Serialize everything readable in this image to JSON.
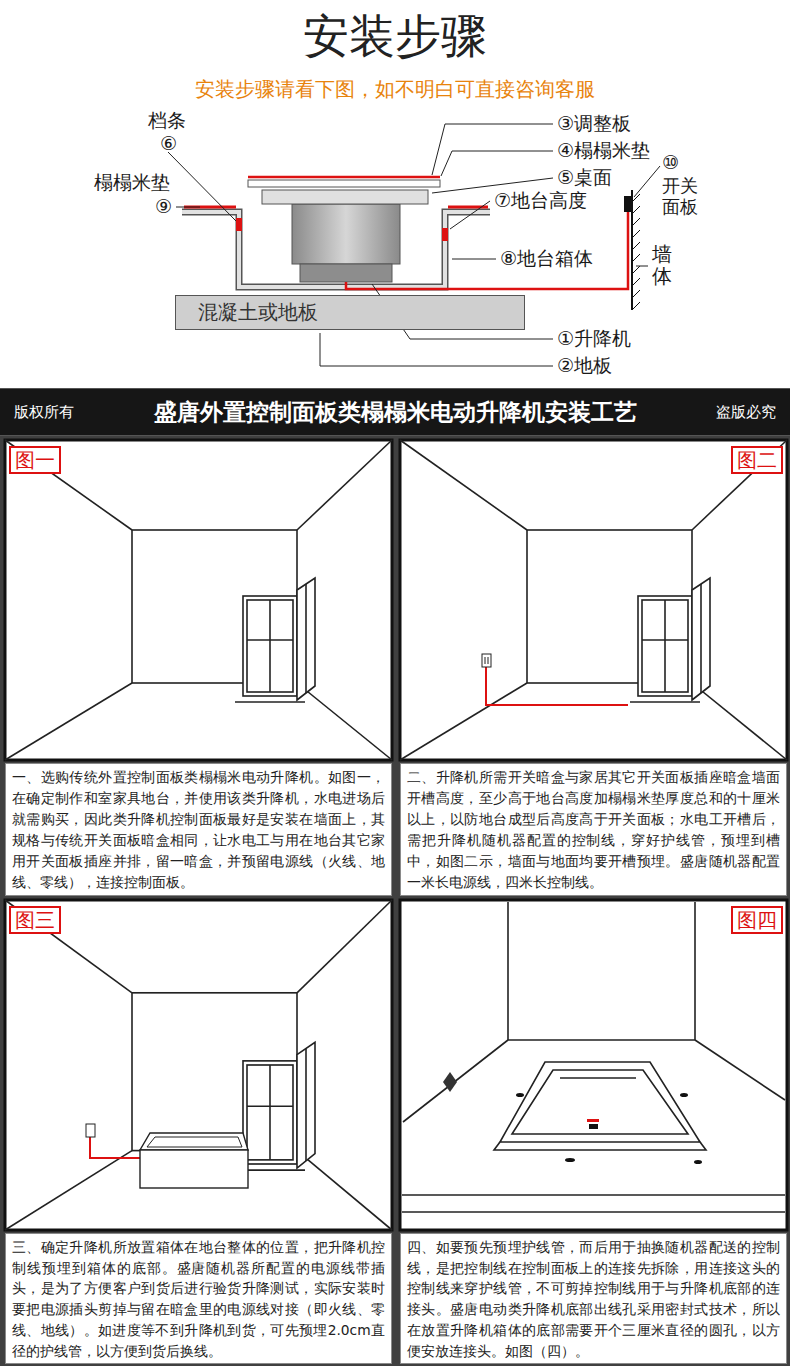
{
  "diagram": {
    "title": "安装步骤",
    "nodes": [
      {
        "text": [
          "混凝土或地板"
        ]
      },
      {
        "text": [
          "版权所有",
          "盛唐外置控制面板类榻榻米电动升降机安装工艺",
          "盗版必究"
        ]
      },
      {
        "text": [
          "图一"
        ]
      },
      {
        "text": [
          "图二"
        ]
      },
      {
        "text": [
          "一、选购传统外置控制面板类榻榻米电动升降机。如图一，在确定制作和室家具地台，并使用该类升降机，水电进场后就需购买，因此类升降机控制面板最好是安装在墙面上，其规格与传统开关面板暗盒相同，让水电工与用在地台其它家用开关面板插座并排，留一暗盒，并预留电源线（火线、地线、零线），连接控制面板。"
        ]
      },
      {
        "text": [
          "二、升降机所需开关暗盒与家居其它开关面板插座暗盒墙面开槽高度，至少高于地台高度加榻榻米垫厚度总和的十厘米以上，以防地台成型后高度高于开关面板；水电工开槽后，需把升降机随机器配置的控制线，穿好护线管，预埋到槽中，如图二示，墙面与地面均要开槽预埋。盛唐随机器配置一米长电源线，四米长控制线。"
        ]
      },
      {
        "text": [
          "图三"
        ]
      },
      {
        "text": [
          "图四"
        ]
      },
      {
        "text": [
          "三、确定升降机所放置箱体在地台整体的位置，把升降机控制线预埋到箱体的底部。盛唐随机器所配置的电源线带插头，是为了方便客户到货后进行验货升降测试，实际安装时要把电源插头剪掉与留在暗盒里的电源线对接（即火线、零线、地线）。如进度等不到升降机到货，可先预埋2.0cm直径的护线管，以方便到货后换线。"
        ]
      },
      {
        "text": [
          "四、如要预先预埋护线管，而后用于抽换随机器配送的控制线，是把控制线在控制面板上的连接先拆除，用连接这头的控制线来穿护线管，不可剪掉控制线用于与升降机底部的连接头。盛唐电动类升降机底部出线孔采用密封式技术，所以在放置升降机箱体的底部需要开个三厘米直径的圆孔，以方便安放连接头。如图（四）。"
        ]
      }
    ],
    "labels": [
      "安装步骤请看下图，如不明白可直接咨询客服",
      "档条",
      "⑥",
      "榻榻米垫",
      "⑨",
      "③调整板",
      "④榻榻米垫",
      "⑤桌面",
      "⑦地台高度",
      "⑩",
      "开关面板",
      "⑧地台箱体",
      "墙体",
      "①升降机",
      "②地板"
    ]
  }
}
